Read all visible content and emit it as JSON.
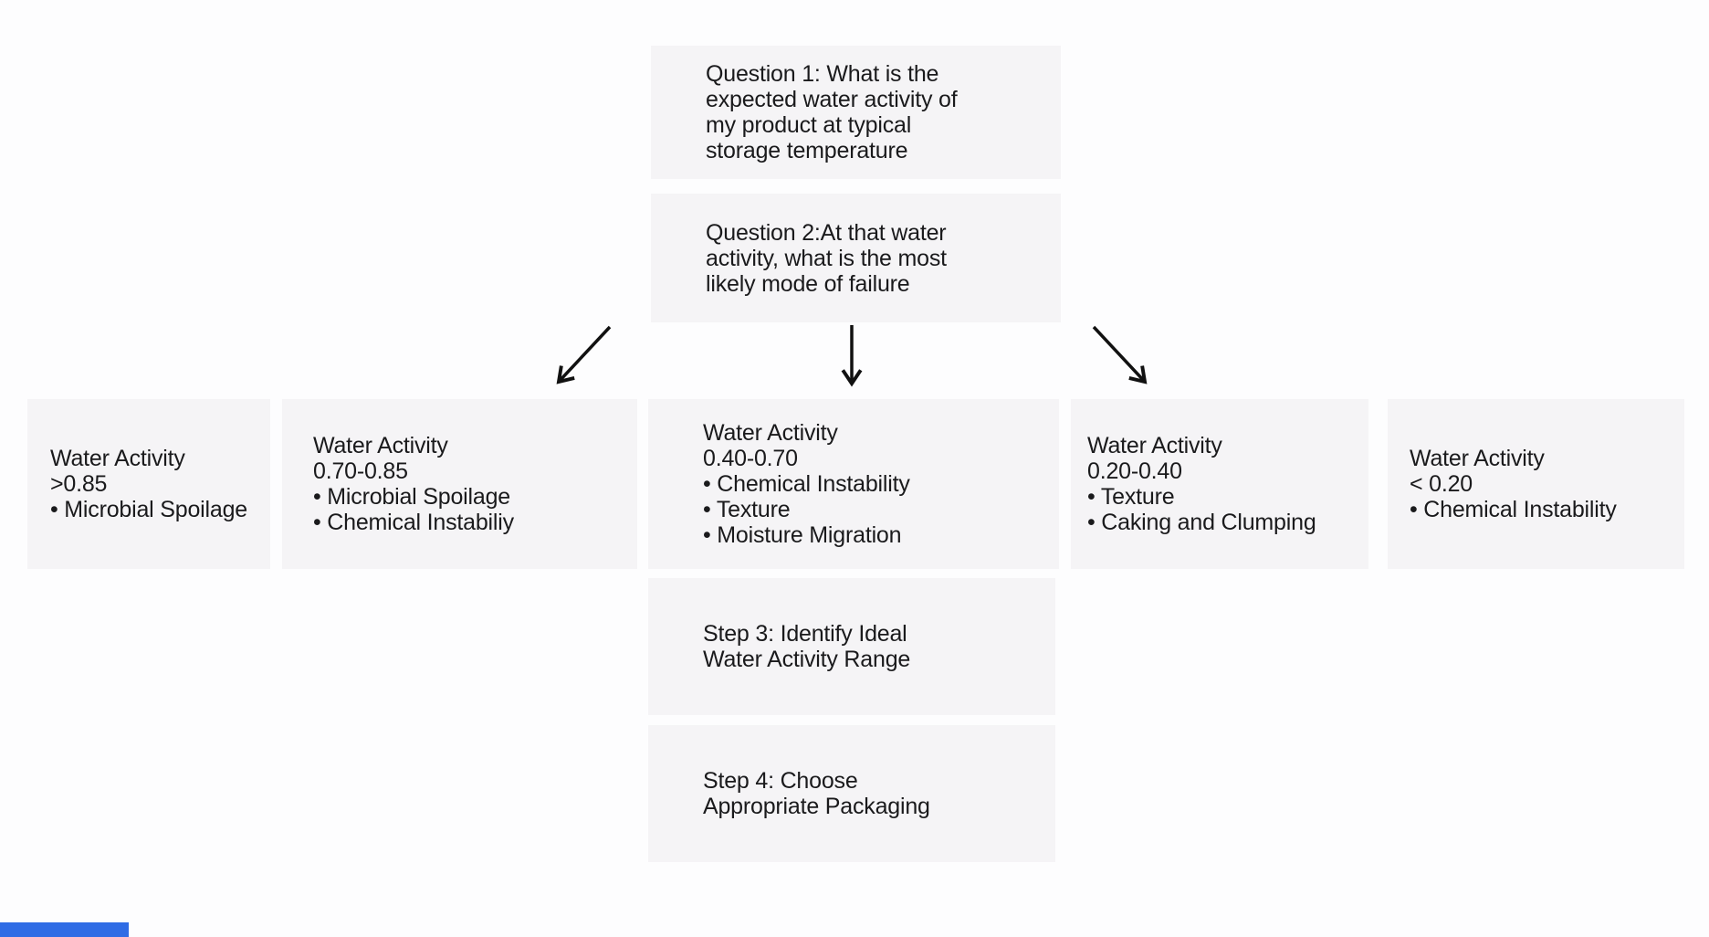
{
  "colors": {
    "page_bg": "#fdfdfe",
    "box_bg": "#f5f4f6",
    "text": "#1a1a1c",
    "arrow": "#111111",
    "progress": "#2f6ce5"
  },
  "flowchart": {
    "question1": "Question 1: What is the\nexpected water activity of\nmy product at typical\nstorage temperature",
    "question2": "Question 2:At that water\nactivity, what is the most\nlikely mode of failure",
    "branches": [
      {
        "title": "Water Activity",
        "range": ">0.85",
        "bullets": [
          "Microbial Spoilage"
        ]
      },
      {
        "title": "Water Activity",
        "range": "0.70-0.85",
        "bullets": [
          "Microbial Spoilage",
          "Chemical Instabiliy"
        ]
      },
      {
        "title": "Water Activity",
        "range": "0.40-0.70",
        "bullets": [
          "Chemical Instability",
          "Texture",
          "Moisture Migration"
        ]
      },
      {
        "title": "Water Activity",
        "range": "0.20-0.40",
        "bullets": [
          "Texture",
          "Caking and Clumping"
        ]
      },
      {
        "title": "Water Activity",
        "range": "< 0.20",
        "bullets": [
          "Chemical Instability"
        ]
      }
    ],
    "step3": "Step 3: Identify Ideal\nWater Activity Range",
    "step4": "Step 4: Choose\nAppropriate Packaging"
  }
}
